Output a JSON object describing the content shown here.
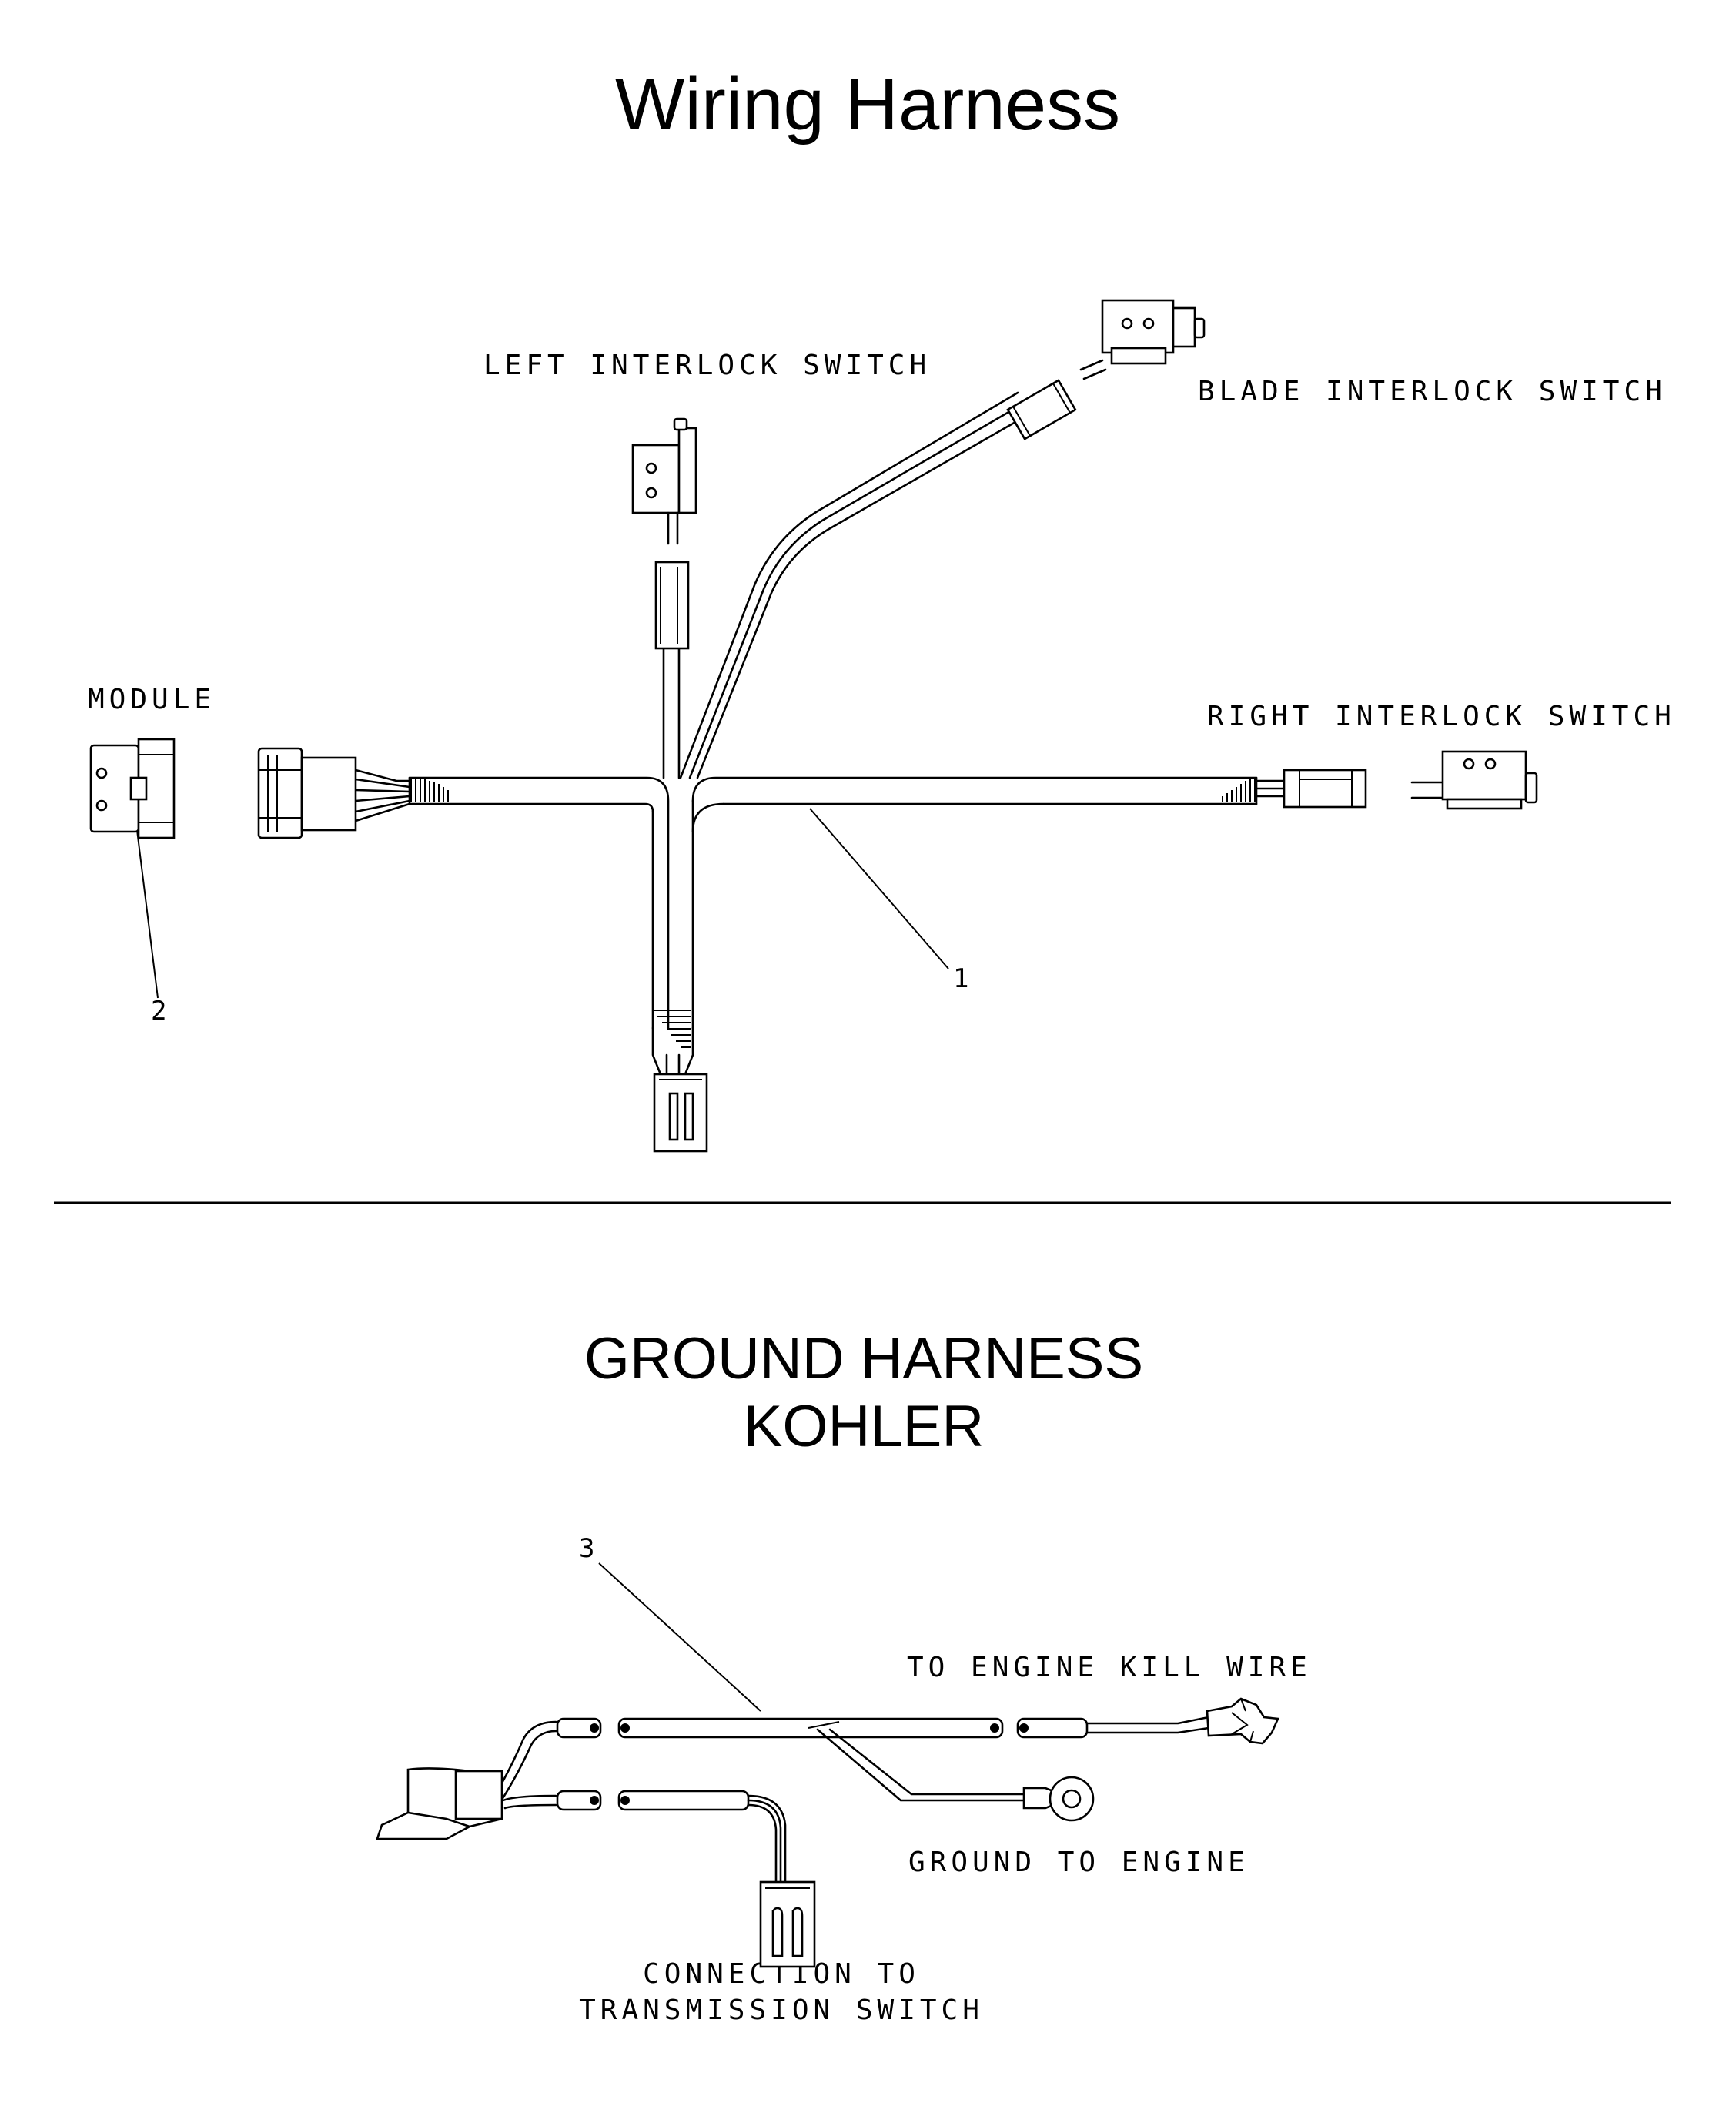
{
  "titles": {
    "main": "Wiring Harness",
    "ground_line1": "GROUND HARNESS",
    "ground_line2": "KOHLER"
  },
  "labels": {
    "left_interlock": "LEFT INTERLOCK SWITCH",
    "blade_interlock": "BLADE INTERLOCK SWITCH",
    "module": "MODULE",
    "right_interlock": "RIGHT INTERLOCK SWITCH",
    "engine_kill": "TO ENGINE KILL WIRE",
    "ground_engine": "GROUND TO ENGINE",
    "trans_line1": "CONNECTION TO",
    "trans_line2": "TRANSMISSION SWITCH"
  },
  "callouts": {
    "harness": "1",
    "module": "2",
    "ground_harness": "3"
  },
  "colors": {
    "ink": "#000000",
    "paper": "#ffffff"
  }
}
